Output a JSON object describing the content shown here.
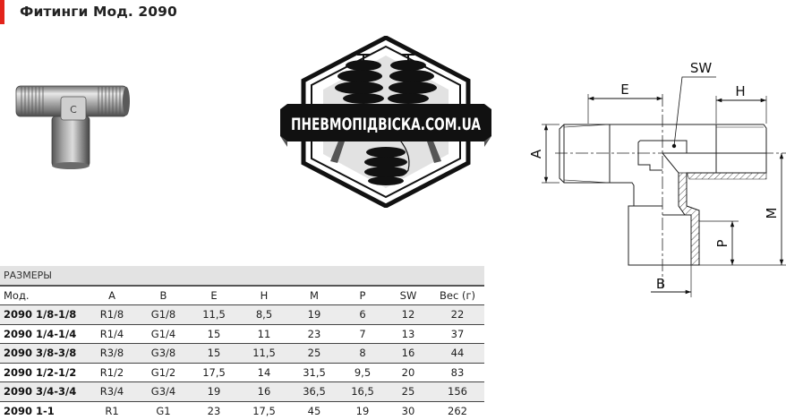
{
  "header": {
    "title": "Фитинги Мод. 2090",
    "accent_color": "#e3241b"
  },
  "product_image": {
    "alt": "Тройник фитинг 2090",
    "icon": "tee-fitting-photo"
  },
  "logo": {
    "text": "ПНЕВМОПІДВІСКА.COM.UA",
    "icon": "air-suspension-hexagon-logo"
  },
  "drawing": {
    "labels": {
      "A": "A",
      "B": "B",
      "E": "E",
      "H": "H",
      "M": "M",
      "P": "P",
      "SW": "SW"
    }
  },
  "table": {
    "section_title": "РАЗМЕРЫ",
    "columns": [
      "Мод.",
      "A",
      "B",
      "E",
      "H",
      "M",
      "P",
      "SW",
      "Вес (г)"
    ],
    "rows": [
      {
        "model": "2090 1/8-1/8",
        "A": "R1/8",
        "B": "G1/8",
        "E": "11,5",
        "H": "8,5",
        "M": "19",
        "P": "6",
        "SW": "12",
        "weight": "22"
      },
      {
        "model": "2090 1/4-1/4",
        "A": "R1/4",
        "B": "G1/4",
        "E": "15",
        "H": "11",
        "M": "23",
        "P": "7",
        "SW": "13",
        "weight": "37"
      },
      {
        "model": "2090 3/8-3/8",
        "A": "R3/8",
        "B": "G3/8",
        "E": "15",
        "H": "11,5",
        "M": "25",
        "P": "8",
        "SW": "16",
        "weight": "44"
      },
      {
        "model": "2090 1/2-1/2",
        "A": "R1/2",
        "B": "G1/2",
        "E": "17,5",
        "H": "14",
        "M": "31,5",
        "P": "9,5",
        "SW": "20",
        "weight": "83"
      },
      {
        "model": "2090 3/4-3/4",
        "A": "R3/4",
        "B": "G3/4",
        "E": "19",
        "H": "16",
        "M": "36,5",
        "P": "16,5",
        "SW": "25",
        "weight": "156"
      },
      {
        "model": "2090 1-1",
        "A": "R1",
        "B": "G1",
        "E": "23",
        "H": "17,5",
        "M": "45",
        "P": "19",
        "SW": "30",
        "weight": "262"
      }
    ]
  }
}
